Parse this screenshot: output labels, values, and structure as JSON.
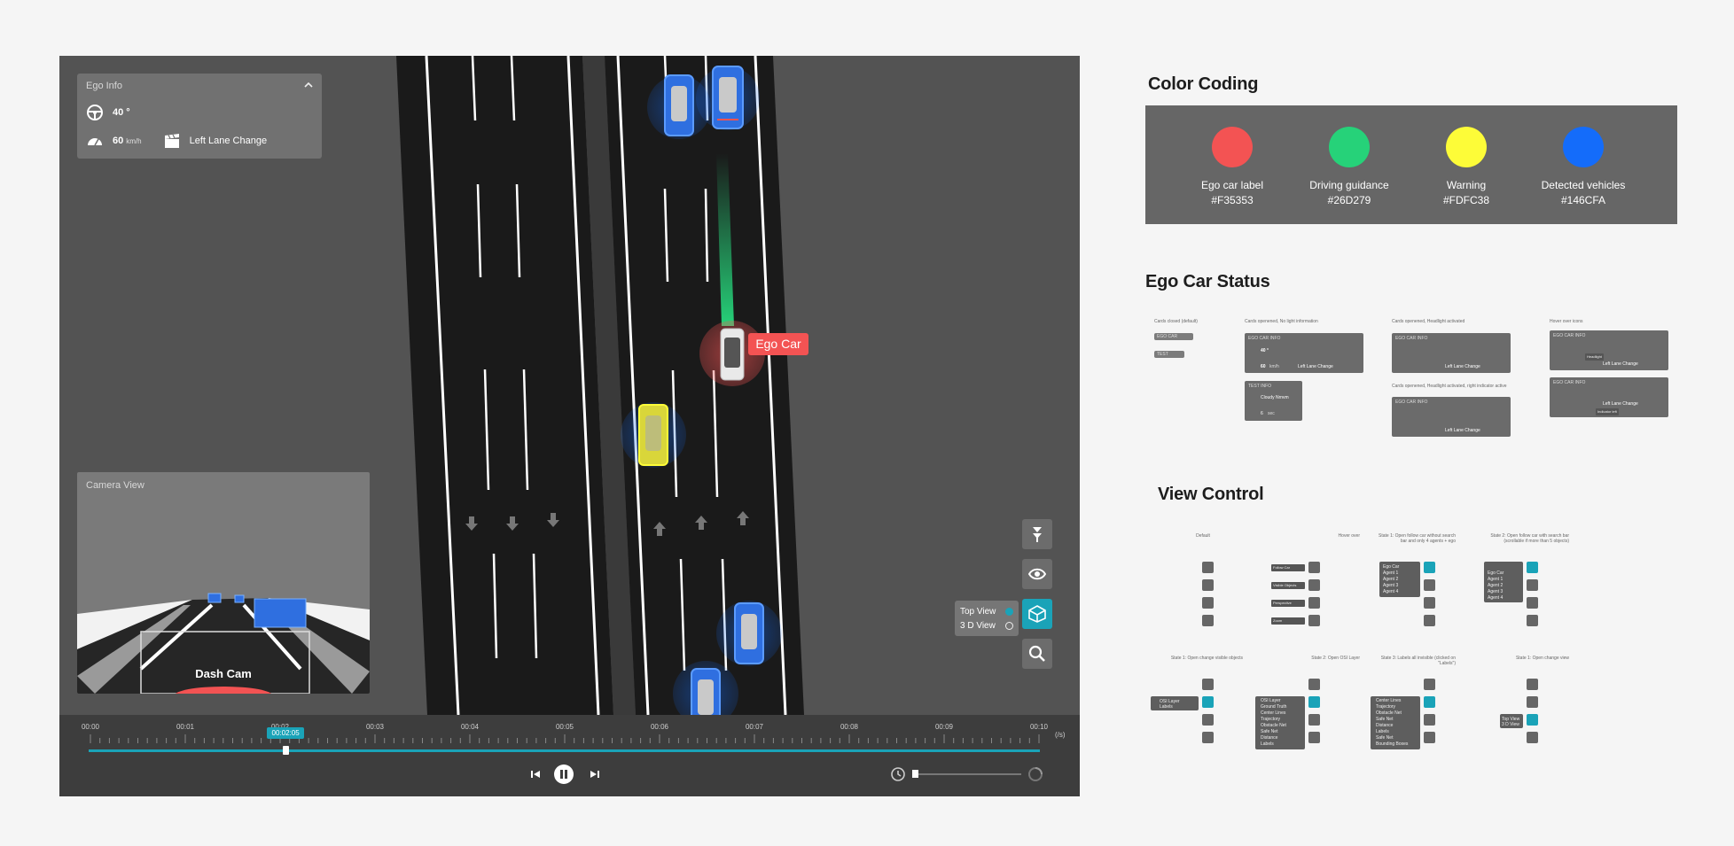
{
  "viewer": {
    "ego_info": {
      "title": "Ego Info",
      "steering": "40 °",
      "speed": "60",
      "speed_unit": "km/h",
      "maneuver": "Left Lane Change"
    },
    "ego_car_label": "Ego Car",
    "camera_view": {
      "title": "Camera View",
      "label": "Dash Cam"
    },
    "view_popup": {
      "top_view": "Top View",
      "three_d_view": "3 D View"
    },
    "timeline": {
      "ticks": [
        "00:00",
        "00:01",
        "00:02",
        "00:03",
        "00:04",
        "00:05",
        "00:06",
        "00:07",
        "00:08",
        "00:09",
        "00:10"
      ],
      "unit": "(/s)",
      "current_time": "00:02:05",
      "progress": 0.207
    }
  },
  "color_coding": {
    "title": "Color Coding",
    "items": [
      {
        "name": "Ego car label",
        "hex": "#F35353",
        "color": "#F35353"
      },
      {
        "name": "Driving guidance",
        "hex": "#26D279",
        "color": "#26D279"
      },
      {
        "name": "Warning",
        "hex": "#FDFC38",
        "color": "#FDFC38"
      },
      {
        "name": "Detected vehicles",
        "hex": "#146CFA",
        "color": "#146CFA"
      }
    ]
  },
  "ego_car_status": {
    "title": "Ego Car Status",
    "states": [
      "Cards closed (default)",
      "Cards openened, No light information",
      "Cards openened, Headlight activated",
      "Hover over icons",
      "Cards openened, Headlight activated, right indicator active"
    ],
    "mini": {
      "ego_car": "EGO CAR",
      "test": "TEST",
      "ego_car_info": "EGO CAR INFO",
      "steering": "40 °",
      "speed": "60",
      "speed_unit": "km/h",
      "maneuver": "Left Lane Change",
      "test_info": "TEST INFO",
      "weather": "Cloudy Nrnvm",
      "timer": "6",
      "timer_unit": "sec",
      "tooltip_headlight": "Headlight",
      "tooltip_indicator": "Indicator left"
    }
  },
  "view_control": {
    "title": "View Control",
    "states": [
      "Default",
      "Hover over",
      "State 1: Open follow car without search bar and only 4 agents + ego",
      "State 2: Open follow car with search bar (scrollable if more than 5 objects)",
      "State 1: Open change visible objects",
      "State 2: Open OSI Layer",
      "State 3: Labels all invisible (clicked on \"Labels\")",
      "State 1: Open change view"
    ],
    "hover_tags": [
      "Follow Car",
      "Visible Objects",
      "Perspective",
      "Zoom"
    ],
    "agents": [
      "Ego Car",
      "Agent 1",
      "Agent 2",
      "Agent 3",
      "Agent 4"
    ],
    "layers_short": [
      "OSI Layer",
      "Labels"
    ],
    "osi_layers": [
      "OSI Layer",
      "Ground Truth",
      "Center Lines",
      "Trajectory",
      "Obstacle Net",
      "Safe Net",
      "Distance",
      "Labels"
    ],
    "label_layers": [
      "Center Lines",
      "Trajectory",
      "Obstacle Net",
      "Safe Net",
      "Distance",
      "Labels",
      "Safe Net",
      "Bounding Boxes"
    ],
    "view_options": [
      "Top View",
      "3 D View"
    ]
  }
}
